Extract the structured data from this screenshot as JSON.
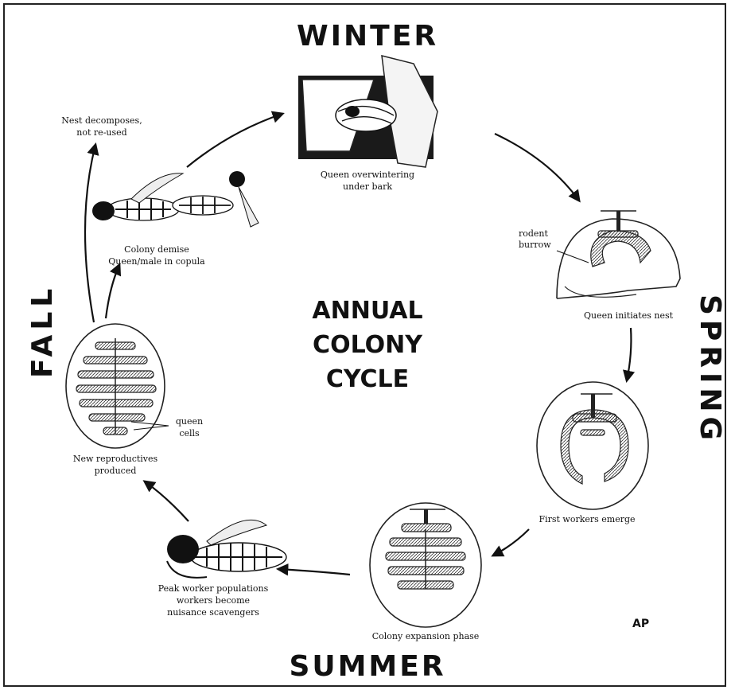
{
  "seasons": {
    "winter": "WINTER",
    "spring": "SPRING",
    "summer": "SUMMER",
    "fall": "FALL"
  },
  "center_title": [
    "ANNUAL",
    "COLONY",
    "CYCLE"
  ],
  "captions": {
    "winter_stage": [
      "Queen overwintering",
      "under bark"
    ],
    "rodent_burrow": [
      "rodent",
      "burrow"
    ],
    "queen_initiates": "Queen initiates nest",
    "first_workers": "First workers emerge",
    "expansion": "Colony expansion phase",
    "peak_workers": [
      "Peak worker populations",
      "workers become",
      "nuisance scavengers"
    ],
    "queen_cells": [
      "queen",
      "cells"
    ],
    "new_reproductives": [
      "New reproductives",
      "produced"
    ],
    "colony_demise": [
      "Colony demise",
      "Queen/male in copula"
    ],
    "nest_decomposes": [
      "Nest decomposes,",
      "not re-used"
    ]
  },
  "signature": "AP"
}
